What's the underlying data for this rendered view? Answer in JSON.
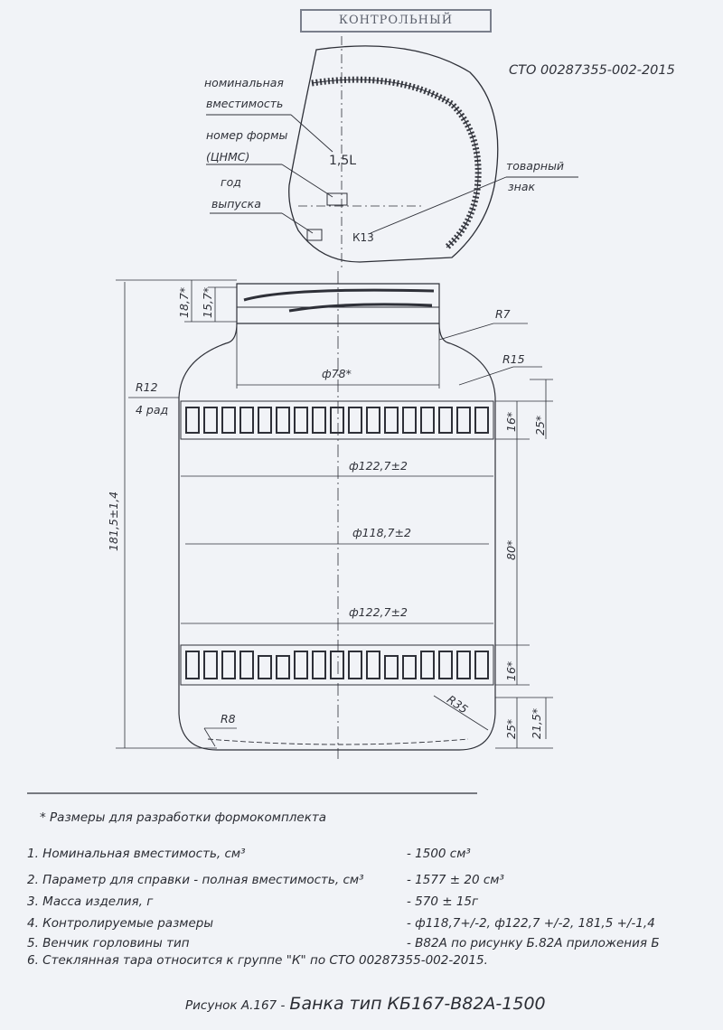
{
  "stamp": "КОНТРОЛЬНЫЙ",
  "doc_code": "СТО 00287355-002-2015",
  "callouts": {
    "nominal_capacity_1": "номинальная",
    "nominal_capacity_2": "вместимость",
    "mold_number_1": "номер формы",
    "mold_number_2": "(ЦНМС)",
    "year_1": "год",
    "year_2": "выпуска",
    "trademark_1": "товарный",
    "trademark_2": "знак",
    "volume_mark": "1,5L",
    "logo_mark": "К13"
  },
  "dims": {
    "r7": "R7",
    "r15": "R15",
    "r12": "R12",
    "r12_note": "4 рад",
    "d78": "ф78*",
    "d1227_top": "ф122,7±2",
    "d1187": "ф118,7±2",
    "d1227_bot": "ф122,7±2",
    "r8": "R8",
    "r35": "R35",
    "h187": "18,7*",
    "h157": "15,7*",
    "h1815": "181,5±1,4",
    "h16_top": "16*",
    "h25_top": "25*",
    "h80": "80*",
    "h16_bot": "16*",
    "h25_bot": "25*",
    "h215": "21,5*"
  },
  "note_star": "* Размеры для разработки формокомплекта",
  "specs": [
    {
      "k": "1. Номинальная вместимость, см³",
      "v": "- 1500 см³"
    },
    {
      "k": "2. Параметр для справки - полная вместимость, см³",
      "v": "- 1577 ± 20 см³"
    },
    {
      "k": "3. Масса изделия, г",
      "v": "- 570 ± 15г"
    },
    {
      "k": "4. Контролируемые размеры",
      "v": "- ф118,7+/-2, ф122,7 +/-2, 181,5 +/-1,4"
    },
    {
      "k": "5. Венчик горловины тип",
      "v": "- В82А по рисунку Б.82А приложения Б"
    },
    {
      "k": "6. Стеклянная тара относится к группе \"К\" по СТО 00287355-002-2015.",
      "v": ""
    }
  ],
  "caption": {
    "prefix": "Рисунок А.167 -",
    "title": "Банка тип КБ167-В82А-1500"
  }
}
